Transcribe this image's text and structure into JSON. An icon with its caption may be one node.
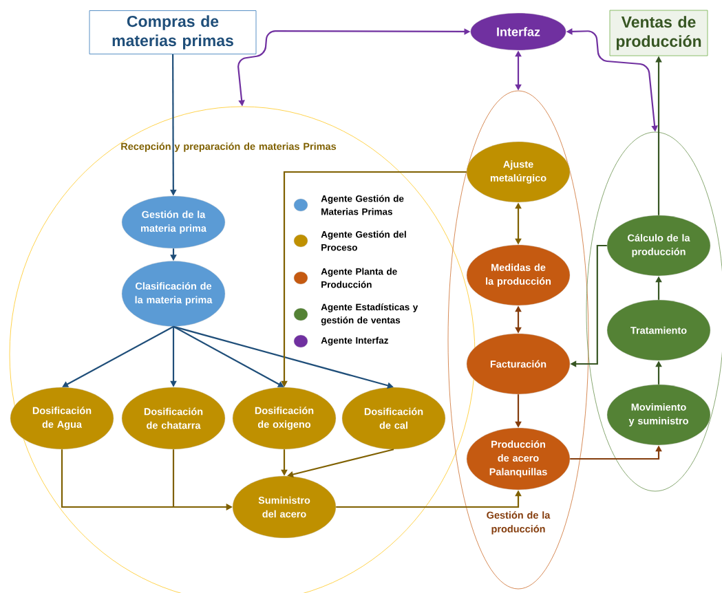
{
  "diagram": {
    "nodes": [
      {
        "text": [
          "Compras de materias primas"
        ]
      },
      {
        "text": [
          "Interfaz"
        ]
      },
      {
        "text": [
          "Ventas de producción"
        ]
      },
      {
        "text": [
          "Recepción y preparación de materias Primas"
        ]
      },
      {
        "text": [
          "Gestión de la producción"
        ]
      },
      {
        "text": [],
        "shape": "ellipse"
      },
      {
        "text": [
          "Gestión de la materia prima"
        ],
        "in": 3
      },
      {
        "text": [
          "Clasificación de la materia prima"
        ],
        "in": 3
      },
      {
        "text": [
          "Dosificación de Agua"
        ],
        "in": 3
      },
      {
        "text": [
          "Dosificación de chatarra"
        ],
        "in": 3
      },
      {
        "text": [
          "Dosificación de oxigeno"
        ],
        "in": 3
      },
      {
        "text": [
          "Dosificación de cal"
        ],
        "in": 3
      },
      {
        "text": [
          "Suministro del acero"
        ],
        "in": 3
      },
      {
        "text": [
          "Ajuste metalúrgico"
        ],
        "in": 4
      },
      {
        "text": [
          "Medidas de la producción"
        ],
        "in": 4
      },
      {
        "text": [
          "Facturación"
        ],
        "in": 4
      },
      {
        "text": [
          "Producción de acero Palanquillas"
        ],
        "in": 4
      },
      {
        "text": [
          "Cálculo de la producción"
        ],
        "in": 5
      },
      {
        "text": [
          "Tratamiento"
        ],
        "in": 5
      },
      {
        "text": [
          "Movimiento y suministro"
        ],
        "in": 5
      }
    ],
    "edges": [
      {
        "from": 0,
        "to": 6,
        "arrow": "to",
        "color": "#1f4e79"
      },
      {
        "from": 6,
        "to": 7,
        "arrow": "to",
        "color": "#1f4e79"
      },
      {
        "from": 7,
        "to": 8,
        "arrow": "to",
        "color": "#1f4e79"
      },
      {
        "from": 7,
        "to": 9,
        "arrow": "to",
        "color": "#1f4e79"
      },
      {
        "from": 7,
        "to": 10,
        "arrow": "to",
        "color": "#1f4e79"
      },
      {
        "from": 7,
        "to": 11,
        "arrow": "to",
        "color": "#1f4e79"
      },
      {
        "from": 13,
        "to": 10,
        "arrow": "to",
        "color": "#7f6000"
      },
      {
        "from": 8,
        "to": 12,
        "arrow": "to",
        "color": "#7f6000"
      },
      {
        "from": 9,
        "to": 12,
        "arrow": "to",
        "color": "#7f6000"
      },
      {
        "from": 10,
        "to": 12,
        "arrow": "to",
        "color": "#7f6000"
      },
      {
        "from": 11,
        "to": 12,
        "arrow": "to",
        "color": "#7f6000"
      },
      {
        "from": 12,
        "to": 16,
        "arrow": "to",
        "color": "#7f6000"
      },
      {
        "from": 13,
        "to": 14,
        "arrow": "both",
        "color": "#7f6000"
      },
      {
        "from": 14,
        "to": 15,
        "arrow": "both",
        "color": "#843c0c"
      },
      {
        "from": 15,
        "to": 16,
        "arrow": "to",
        "color": "#843c0c"
      },
      {
        "from": 16,
        "to": 19,
        "arrow": "to",
        "color": "#843c0c"
      },
      {
        "from": 19,
        "to": 18,
        "arrow": "to",
        "color": "#375623"
      },
      {
        "from": 18,
        "to": 17,
        "arrow": "to",
        "color": "#375623"
      },
      {
        "from": 17,
        "to": 2,
        "arrow": "to",
        "color": "#375623"
      },
      {
        "from": 17,
        "to": 15,
        "arrow": "to",
        "color": "#375623"
      },
      {
        "from": 1,
        "to": 3,
        "arrow": "both",
        "color": "#7030a0"
      },
      {
        "from": 1,
        "to": 4,
        "arrow": "both",
        "color": "#7030a0"
      },
      {
        "from": 1,
        "to": 5,
        "arrow": "both",
        "color": "#7030a0"
      }
    ],
    "legend": [
      {
        "text": "Agente Gestión de Materias Primas",
        "color": "#5b9bd5"
      },
      {
        "text": "Agente Gestión del Proceso",
        "color": "#bf9000"
      },
      {
        "text": "Agente Planta de Producción",
        "color": "#c55a11"
      },
      {
        "text": "Agente Estadísticas y gestión de ventas",
        "color": "#548235"
      },
      {
        "text": "Agente Interfaz",
        "color": "#7030a0"
      }
    ]
  }
}
